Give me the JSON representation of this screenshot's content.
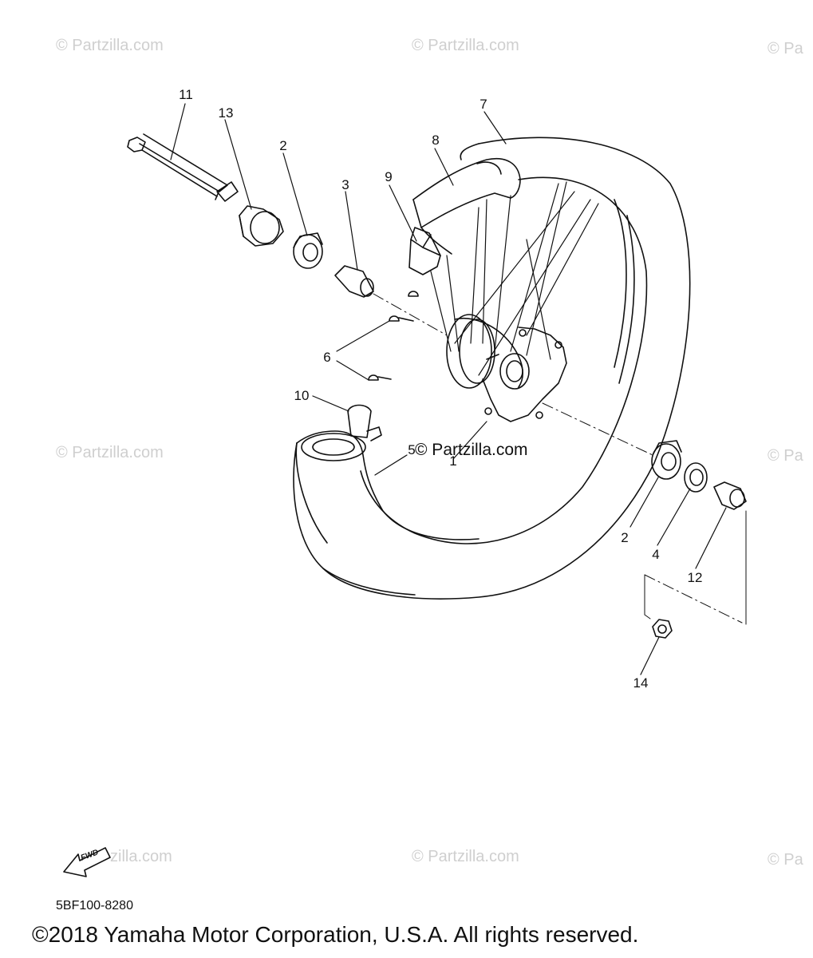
{
  "watermarks": {
    "text": "© Partzilla.com",
    "truncated": "© Pa",
    "tile_partial": "zilla.com",
    "center": "© Partzilla.com"
  },
  "callouts": [
    {
      "id": "11",
      "label": "11"
    },
    {
      "id": "13",
      "label": "13"
    },
    {
      "id": "2a",
      "label": "2"
    },
    {
      "id": "3",
      "label": "3"
    },
    {
      "id": "9",
      "label": "9"
    },
    {
      "id": "8",
      "label": "8"
    },
    {
      "id": "7",
      "label": "7"
    },
    {
      "id": "6",
      "label": "6"
    },
    {
      "id": "10",
      "label": "10"
    },
    {
      "id": "5",
      "label": "5"
    },
    {
      "id": "1",
      "label": "1"
    },
    {
      "id": "2b",
      "label": "2"
    },
    {
      "id": "4",
      "label": "4"
    },
    {
      "id": "12",
      "label": "12"
    },
    {
      "id": "14",
      "label": "14"
    }
  ],
  "fwd_label": "FWD",
  "part_code": "5BF100-8280",
  "copyright": "©2018  Yamaha Motor Corporation, U.S.A. All rights reserved."
}
